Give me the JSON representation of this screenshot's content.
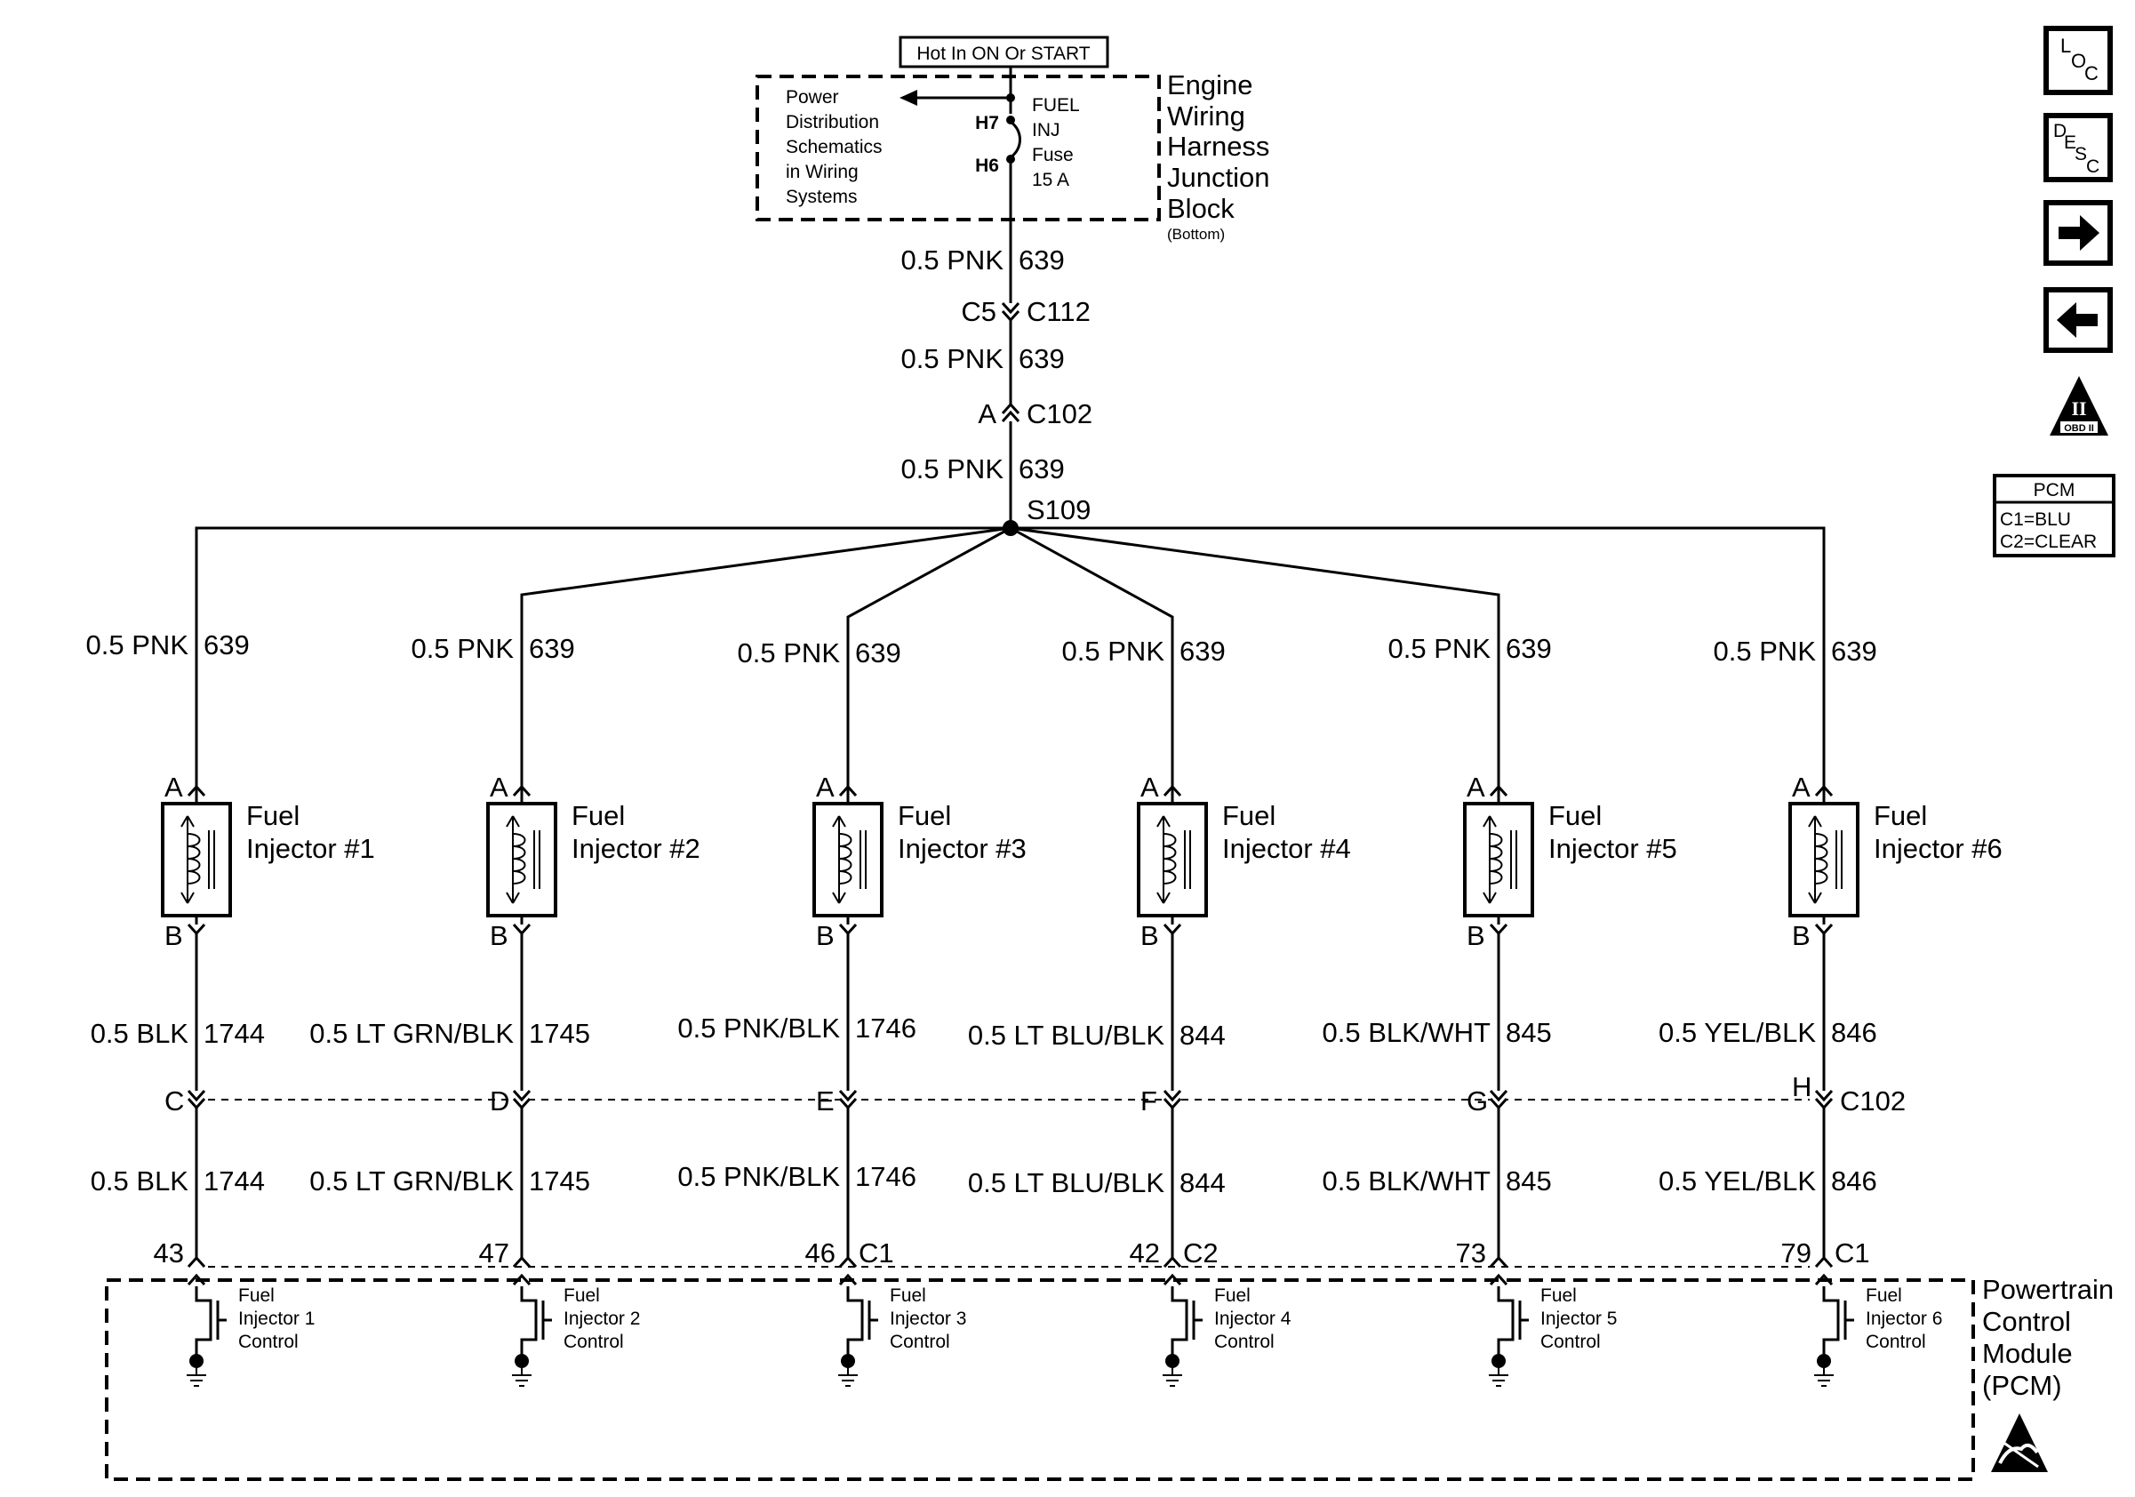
{
  "source": {
    "label": "Hot In ON Or START"
  },
  "power_dist": {
    "lines": [
      "Power",
      "Distribution",
      "Schematics",
      "in Wiring",
      "Systems"
    ]
  },
  "fuse": {
    "pin_top": "H7",
    "pin_bottom": "H6",
    "lines": [
      "FUEL",
      "INJ",
      "Fuse",
      "15 A"
    ]
  },
  "junction_block": {
    "lines": [
      "Engine",
      "Wiring",
      "Harness",
      "Junction",
      "Block"
    ],
    "note": "(Bottom)"
  },
  "feed": {
    "w1": {
      "gauge_color": "0.5 PNK",
      "circuit": "639"
    },
    "conn1": {
      "left": "C5",
      "right": "C112"
    },
    "w2": {
      "gauge_color": "0.5 PNK",
      "circuit": "639"
    },
    "conn2": {
      "left": "A",
      "right": "C102"
    },
    "w3": {
      "gauge_color": "0.5 PNK",
      "circuit": "639"
    },
    "splice": "S109"
  },
  "injectors": [
    {
      "upper_wire": {
        "gauge_color": "0.5 PNK",
        "circuit": "639"
      },
      "pin_a": "A",
      "pin_b": "B",
      "name_l1": "Fuel",
      "name_l2": "Injector #1",
      "lower_wire1": {
        "gauge_color": "0.5 BLK",
        "circuit": "1744"
      },
      "c102_pin": "C",
      "lower_wire2": {
        "gauge_color": "0.5 BLK",
        "circuit": "1744"
      },
      "pcm_pin": "43",
      "pcm_conn": "",
      "ctrl": [
        "Fuel",
        "Injector 1",
        "Control"
      ]
    },
    {
      "upper_wire": {
        "gauge_color": "0.5 PNK",
        "circuit": "639"
      },
      "pin_a": "A",
      "pin_b": "B",
      "name_l1": "Fuel",
      "name_l2": "Injector #2",
      "lower_wire1": {
        "gauge_color": "0.5 LT GRN/BLK",
        "circuit": "1745"
      },
      "c102_pin": "D",
      "lower_wire2": {
        "gauge_color": "0.5 LT GRN/BLK",
        "circuit": "1745"
      },
      "pcm_pin": "47",
      "pcm_conn": "",
      "ctrl": [
        "Fuel",
        "Injector 2",
        "Control"
      ]
    },
    {
      "upper_wire": {
        "gauge_color": "0.5 PNK",
        "circuit": "639"
      },
      "pin_a": "A",
      "pin_b": "B",
      "name_l1": "Fuel",
      "name_l2": "Injector #3",
      "lower_wire1": {
        "gauge_color": "0.5 PNK/BLK",
        "circuit": "1746"
      },
      "c102_pin": "E",
      "lower_wire2": {
        "gauge_color": "0.5 PNK/BLK",
        "circuit": "1746"
      },
      "pcm_pin": "46",
      "pcm_conn": "C1",
      "ctrl": [
        "Fuel",
        "Injector 3",
        "Control"
      ]
    },
    {
      "upper_wire": {
        "gauge_color": "0.5 PNK",
        "circuit": "639"
      },
      "pin_a": "A",
      "pin_b": "B",
      "name_l1": "Fuel",
      "name_l2": "Injector #4",
      "lower_wire1": {
        "gauge_color": "0.5 LT BLU/BLK",
        "circuit": "844"
      },
      "c102_pin": "F",
      "lower_wire2": {
        "gauge_color": "0.5 LT BLU/BLK",
        "circuit": "844"
      },
      "pcm_pin": "42",
      "pcm_conn": "C2",
      "ctrl": [
        "Fuel",
        "Injector 4",
        "Control"
      ]
    },
    {
      "upper_wire": {
        "gauge_color": "0.5 PNK",
        "circuit": "639"
      },
      "pin_a": "A",
      "pin_b": "B",
      "name_l1": "Fuel",
      "name_l2": "Injector #5",
      "lower_wire1": {
        "gauge_color": "0.5 BLK/WHT",
        "circuit": "845"
      },
      "c102_pin": "G",
      "lower_wire2": {
        "gauge_color": "0.5 BLK/WHT",
        "circuit": "845"
      },
      "pcm_pin": "73",
      "pcm_conn": "",
      "ctrl": [
        "Fuel",
        "Injector 5",
        "Control"
      ]
    },
    {
      "upper_wire": {
        "gauge_color": "0.5 PNK",
        "circuit": "639"
      },
      "pin_a": "A",
      "pin_b": "B",
      "name_l1": "Fuel",
      "name_l2": "Injector #6",
      "lower_wire1": {
        "gauge_color": "0.5 YEL/BLK",
        "circuit": "846"
      },
      "c102_pin": "H",
      "lower_wire2": {
        "gauge_color": "0.5 YEL/BLK",
        "circuit": "846"
      },
      "pcm_pin": "79",
      "pcm_conn": "C1",
      "ctrl": [
        "Fuel",
        "Injector 6",
        "Control"
      ]
    }
  ],
  "c102_label": "C102",
  "pcm": {
    "lines": [
      "Powertrain",
      "Control",
      "Module",
      "(PCM)"
    ]
  },
  "legend": {
    "title": "PCM",
    "rows": [
      "C1=BLU",
      "C2=CLEAR"
    ]
  },
  "nav": {
    "loc": {
      "l": "L",
      "o": "O",
      "c": "C"
    },
    "desc": {
      "d": "D",
      "e": "E",
      "s": "S",
      "c": "C"
    },
    "obd": {
      "roman": "II",
      "label": "OBD II"
    }
  }
}
